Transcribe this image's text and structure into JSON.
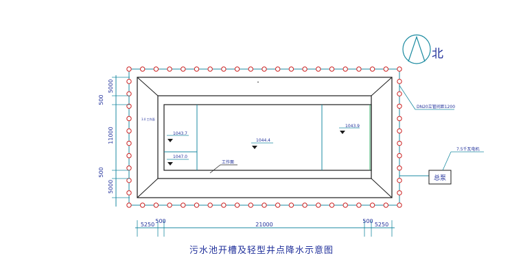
{
  "drawing": {
    "caption": "污水池开槽及轻型井点降水示意图",
    "north_label": "北",
    "pipe_note": "DN20立管间距1200",
    "motor_note": "7.5千瓦电机",
    "pump_label": "总泵",
    "small_label": "3.0 工作面",
    "work_face_label": "工作面",
    "elevations": [
      {
        "id": "el-1",
        "value": "1043.7"
      },
      {
        "id": "el-2",
        "value": "1047.0"
      },
      {
        "id": "el-3",
        "value": "1044.4"
      },
      {
        "id": "el-4",
        "value": "1043.9"
      }
    ],
    "left_dims": [
      "5000",
      "500",
      "11000",
      "500",
      "5000"
    ],
    "bottom_dims": [
      "5250",
      "500",
      "21000",
      "500",
      "5250"
    ]
  },
  "colors": {
    "line": "#1a1a1a",
    "dim": "#1a8aa0",
    "wellpoint": "#cc2020",
    "text": "#1f2f9a",
    "green": "#33aa66"
  }
}
